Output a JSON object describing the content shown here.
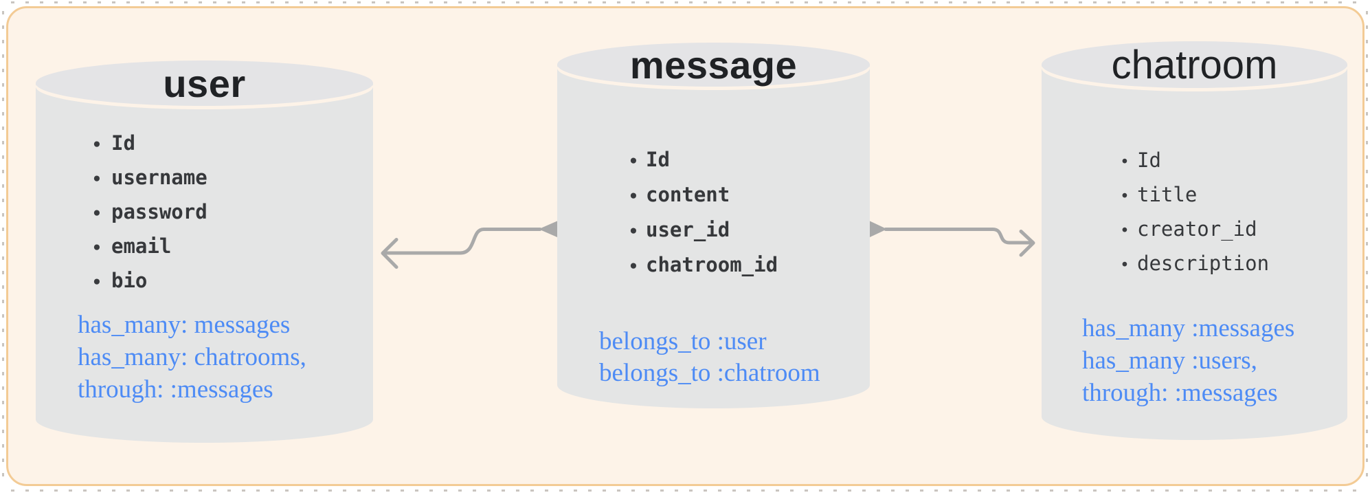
{
  "frame": {
    "background": "#fdf3e8",
    "border_color": "#f3cb95",
    "outer_background": "#ffffff",
    "edge_dash_color": "#c9c5c0"
  },
  "colors": {
    "node_top_fill": "#e4e4e6",
    "node_body_fill": "#e4e5e5",
    "title_text": "#202225",
    "field_text": "#36383b",
    "association_text": "#4d8bf5",
    "connector": "#a9a9a9"
  },
  "entities": [
    {
      "name": "user",
      "title": "user",
      "shape": "database-cylinder",
      "fields": [
        "Id",
        "username",
        "password",
        "email",
        "bio"
      ],
      "associations": [
        "has_many: messages",
        "has_many: chatrooms,",
        "through: :messages"
      ]
    },
    {
      "name": "message",
      "title": "message",
      "shape": "database-cylinder",
      "fields": [
        "Id",
        "content",
        "user_id",
        "chatroom_id"
      ],
      "associations": [
        "belongs_to :user",
        "belongs_to :chatroom"
      ]
    },
    {
      "name": "chatroom",
      "title": "chatroom",
      "shape": "database-cylinder",
      "fields": [
        "Id",
        "title",
        "creator_id",
        "description"
      ],
      "associations": [
        "has_many :messages",
        "has_many :users,",
        "through: :messages"
      ]
    }
  ],
  "connectors": [
    {
      "name": "message-to-user",
      "from": "message",
      "to": "user",
      "start_marker": "solid-triangle",
      "end_marker": "open-arrow"
    },
    {
      "name": "message-to-chatroom",
      "from": "message",
      "to": "chatroom",
      "start_marker": "solid-triangle",
      "end_marker": "open-arrow"
    }
  ]
}
